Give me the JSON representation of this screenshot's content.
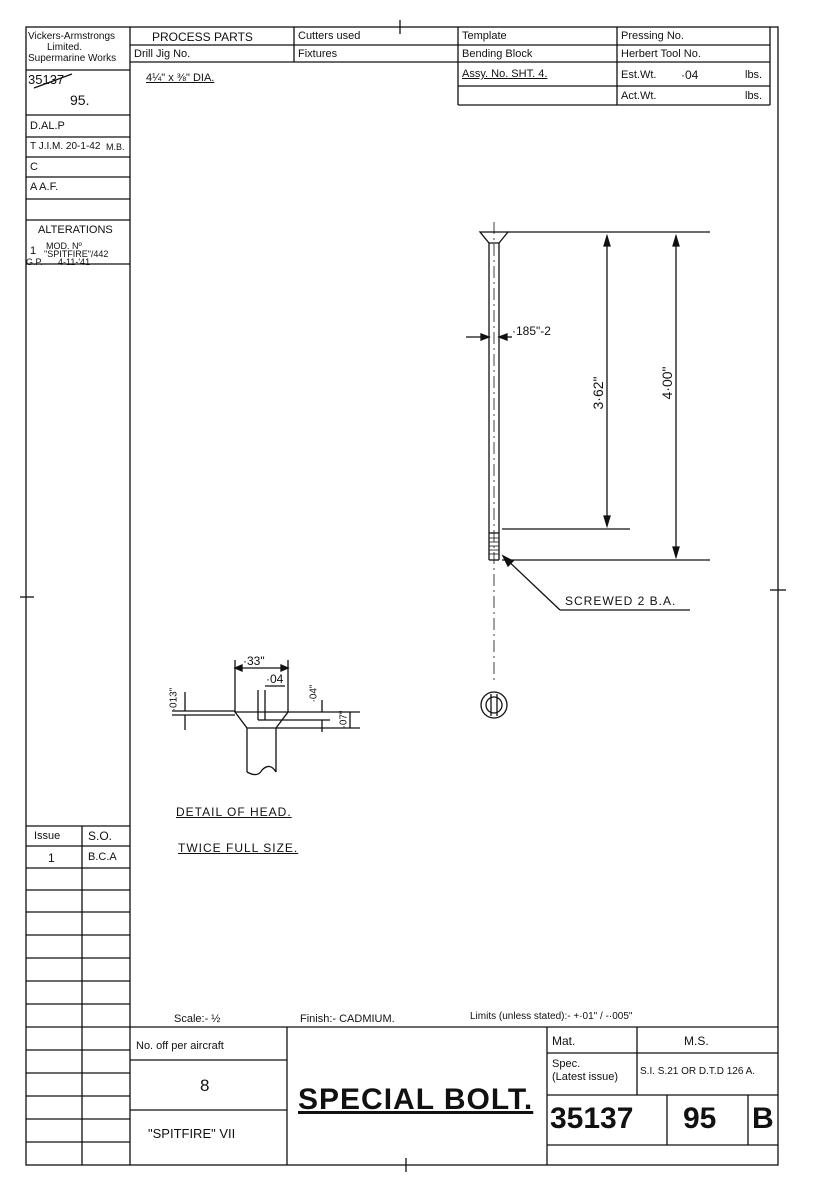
{
  "company": {
    "line1": "Vickers-Armstrongs",
    "line2": "Limited.",
    "line3": "Supermarine Works"
  },
  "drawing_ref": {
    "number": "35137",
    "sheet": "95."
  },
  "approvals": [
    "D.AL.P",
    "T J.I.M. 20-1-42",
    "C",
    "A  A.F."
  ],
  "approval_initials": "M.B.",
  "alterations": {
    "heading": "ALTERATIONS",
    "entries": [
      {
        "no": "1",
        "by": "G.P.",
        "text_line1": "MOD. Nº",
        "text_line2": "\"SPITFIRE\"/442",
        "date": "4-11-'41"
      }
    ]
  },
  "issue_table": {
    "header_issue": "Issue",
    "header_so": "S.O.",
    "rows": [
      {
        "issue": "1",
        "so": "B.C.A"
      }
    ]
  },
  "header": {
    "process_parts": "PROCESS PARTS",
    "drill_jig": "Drill Jig No.",
    "stock_size": "4¼\" x ⅜\" DIA.",
    "cutters_used": "Cutters used",
    "fixtures": "Fixtures",
    "template": "Template",
    "bending_block": "Bending Block",
    "assy": "Assy. No. SHT. 4.",
    "pressing_no": "Pressing No.",
    "herbert_tool": "Herbert Tool No.",
    "est_wt_label": "Est.Wt.",
    "est_wt_value": "·04",
    "act_wt_label": "Act.Wt.",
    "unit": "lbs."
  },
  "dimensions": {
    "shank_dia": "·185\"-2",
    "len_a": "3·62\"",
    "len_b": "4·00\"",
    "thread_note": "SCREWED  2 B.A.",
    "head_width": "·33\"",
    "slot_width": "·04",
    "head_top": "·013\"",
    "slot_depth": "·04\"",
    "head_height": "·07\""
  },
  "notes": {
    "detail_title": "DETAIL  OF  HEAD.",
    "detail_scale": "TWICE  FULL  SIZE."
  },
  "footer": {
    "scale": "Scale:- ½",
    "finish": "Finish:- CADMIUM.",
    "limits": "Limits  (unless stated):- +·01\" / -·005\"",
    "no_off_label": "No. off per aircraft",
    "no_off_value": "8",
    "aircraft": "\"SPITFIRE\" VII",
    "title": "SPECIAL  BOLT.",
    "mat_label": "Mat.",
    "mat_value": "M.S.",
    "spec_label_1": "Spec.",
    "spec_label_2": "(Latest issue)",
    "spec_value": "S.I. S.21 OR D.T.D 126 A.",
    "part_number": "35137",
    "part_suffix": "95",
    "issue_letter": "B"
  }
}
